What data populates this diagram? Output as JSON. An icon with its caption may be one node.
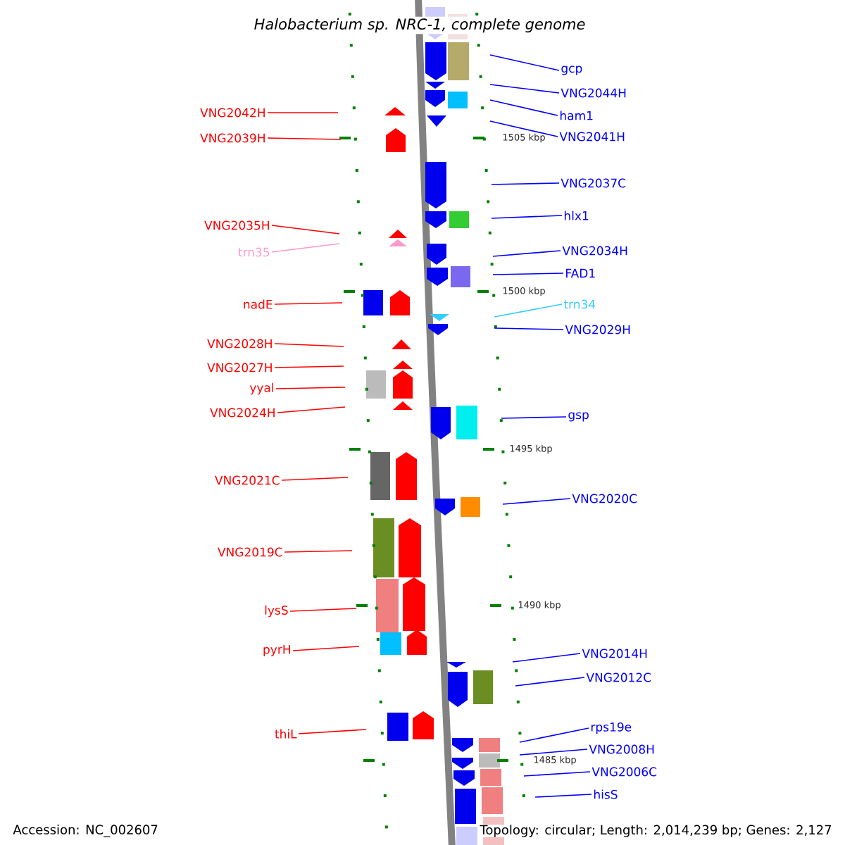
{
  "diagram": {
    "title": "Halobacterium sp. NRC-1, complete genome",
    "nodes": [
      {
        "text": [
          "VNG2042H"
        ]
      },
      {
        "text": [
          "VNG2039H"
        ]
      },
      {
        "text": [
          "VNG2035H"
        ]
      },
      {
        "text": [
          "trn35"
        ]
      },
      {
        "text": [
          "nadE"
        ]
      },
      {
        "text": [
          "VNG2028H"
        ]
      },
      {
        "text": [
          "VNG2027H"
        ]
      },
      {
        "text": [
          "yyal"
        ]
      },
      {
        "text": [
          "VNG2024H"
        ]
      },
      {
        "text": [
          "VNG2021C"
        ]
      },
      {
        "text": [
          "VNG2019C"
        ]
      },
      {
        "text": [
          "lysS"
        ]
      },
      {
        "text": [
          "pyrH"
        ]
      },
      {
        "text": [
          "thiL"
        ]
      },
      {
        "text": [
          "gcp"
        ]
      },
      {
        "text": [
          "VNG2044H"
        ]
      },
      {
        "text": [
          "ham1"
        ]
      },
      {
        "text": [
          "VNG2041H"
        ]
      },
      {
        "text": [
          "VNG2037C"
        ]
      },
      {
        "text": [
          "hlx1"
        ]
      },
      {
        "text": [
          "VNG2034H"
        ]
      },
      {
        "text": [
          "FAD1"
        ]
      },
      {
        "text": [
          "trn34"
        ]
      },
      {
        "text": [
          "VNG2029H"
        ]
      },
      {
        "text": [
          "gsp"
        ]
      },
      {
        "text": [
          "VNG2020C"
        ]
      },
      {
        "text": [
          "VNG2014H"
        ]
      },
      {
        "text": [
          "VNG2012C"
        ]
      },
      {
        "text": [
          "rps19e"
        ]
      },
      {
        "text": [
          "VNG2008H"
        ]
      },
      {
        "text": [
          "VNG2006C"
        ]
      },
      {
        "text": [
          "hisS"
        ]
      }
    ],
    "edges": [
      {
        "from": 0,
        "to": null,
        "arrow": "none",
        "color": "#ff0000"
      },
      {
        "from": 1,
        "to": null,
        "arrow": "none",
        "color": "#ff0000"
      },
      {
        "from": 2,
        "to": null,
        "arrow": "none",
        "color": "#ff0000"
      },
      {
        "from": 3,
        "to": null,
        "arrow": "none",
        "color": "#ff99cc"
      },
      {
        "from": 4,
        "to": null,
        "arrow": "none",
        "color": "#ff0000"
      },
      {
        "from": 5,
        "to": null,
        "arrow": "none",
        "color": "#ff0000"
      },
      {
        "from": 6,
        "to": null,
        "arrow": "none",
        "color": "#ff0000"
      },
      {
        "from": 7,
        "to": null,
        "arrow": "none",
        "color": "#ff0000"
      },
      {
        "from": 8,
        "to": null,
        "arrow": "none",
        "color": "#ff0000"
      },
      {
        "from": 9,
        "to": null,
        "arrow": "none",
        "color": "#ff0000"
      },
      {
        "from": 10,
        "to": null,
        "arrow": "none",
        "color": "#ff0000"
      },
      {
        "from": 11,
        "to": null,
        "arrow": "none",
        "color": "#ff0000"
      },
      {
        "from": 12,
        "to": null,
        "arrow": "none",
        "color": "#ff0000"
      },
      {
        "from": 13,
        "to": null,
        "arrow": "none",
        "color": "#ff0000"
      },
      {
        "from": 14,
        "to": null,
        "arrow": "none",
        "color": "#0000ff"
      },
      {
        "from": 15,
        "to": null,
        "arrow": "none",
        "color": "#0000ff"
      },
      {
        "from": 16,
        "to": null,
        "arrow": "none",
        "color": "#0000ff"
      },
      {
        "from": 17,
        "to": null,
        "arrow": "none",
        "color": "#0000ff"
      },
      {
        "from": 18,
        "to": null,
        "arrow": "none",
        "color": "#0000ff"
      },
      {
        "from": 19,
        "to": null,
        "arrow": "none",
        "color": "#0000ff"
      },
      {
        "from": 20,
        "to": null,
        "arrow": "none",
        "color": "#0000ff"
      },
      {
        "from": 21,
        "to": null,
        "arrow": "none",
        "color": "#0000ff"
      },
      {
        "from": 22,
        "to": null,
        "arrow": "none",
        "color": "#33ccff"
      },
      {
        "from": 23,
        "to": null,
        "arrow": "none",
        "color": "#0000ff"
      },
      {
        "from": 24,
        "to": null,
        "arrow": "none",
        "color": "#0000ff"
      },
      {
        "from": 25,
        "to": null,
        "arrow": "none",
        "color": "#0000ff"
      },
      {
        "from": 26,
        "to": null,
        "arrow": "none",
        "color": "#0000ff"
      },
      {
        "from": 27,
        "to": null,
        "arrow": "none",
        "color": "#0000ff"
      },
      {
        "from": 28,
        "to": null,
        "arrow": "none",
        "color": "#0000ff"
      },
      {
        "from": 29,
        "to": null,
        "arrow": "none",
        "color": "#0000ff"
      },
      {
        "from": 30,
        "to": null,
        "arrow": "none",
        "color": "#0000ff"
      },
      {
        "from": 31,
        "to": null,
        "arrow": "none",
        "color": "#0000ff"
      }
    ],
    "labels": [
      "1505 kbp",
      "1500 kbp",
      "1495 kbp",
      "1490 kbp",
      "1485 kbp",
      "Accession: NC_002607",
      "Topology: circular; Length: 2,014,239 bp; Genes: 2,127"
    ]
  }
}
